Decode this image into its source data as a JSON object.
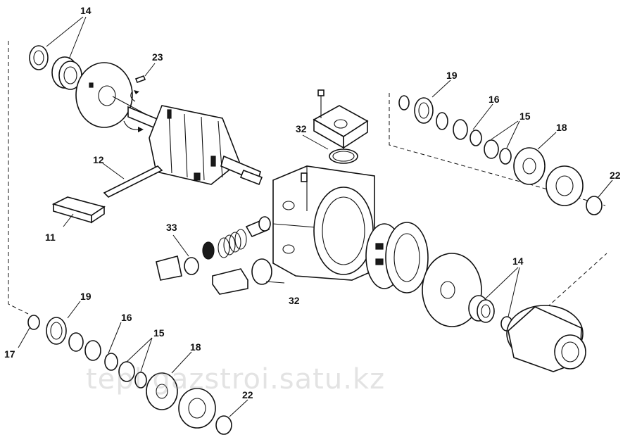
{
  "watermark": "tepl gazstroi.satu.kz",
  "callouts": {
    "c11": "11",
    "c12": "12",
    "c14a": "14",
    "c14b": "14",
    "c15a": "15",
    "c15b": "15",
    "c16a": "16",
    "c16b": "16",
    "c17": "17",
    "c18a": "18",
    "c18b": "18",
    "c19a": "19",
    "c19b": "19",
    "c22a": "22",
    "c22b": "22",
    "c23": "23",
    "c32a": "32",
    "c32b": "32",
    "c33": "33"
  }
}
